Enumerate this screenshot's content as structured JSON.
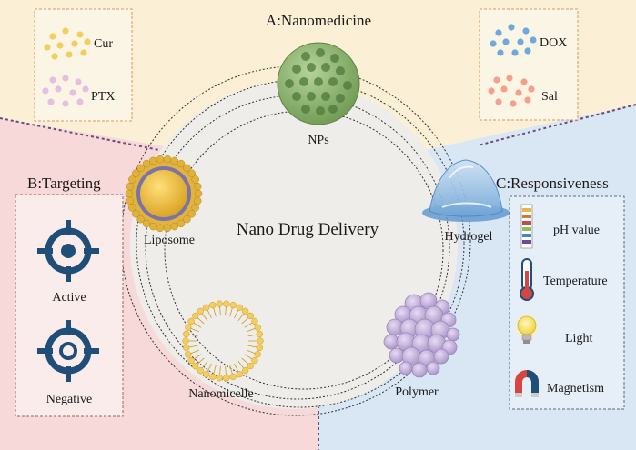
{
  "center_title": "Nano Drug Delivery",
  "sections": {
    "nanomedicine": {
      "title": "A:Nanomedicine",
      "drugs_left": [
        "Cur",
        "PTX"
      ],
      "drugs_right": [
        "DOX",
        "Sal"
      ],
      "colors": {
        "cur": "#f2cf5b",
        "ptx": "#e6bfe0",
        "dox": "#6fa8dc",
        "sal": "#f4a08a"
      }
    },
    "targeting": {
      "title": "B:Targeting",
      "items": [
        {
          "label": "Active",
          "icon": "target-filled-icon"
        },
        {
          "label": "Negative",
          "icon": "target-hollow-icon"
        }
      ]
    },
    "responsiveness": {
      "title": "C:Responsiveness",
      "items": [
        {
          "label": "pH value",
          "icon": "ph-strip-icon"
        },
        {
          "label": "Temperature",
          "icon": "thermometer-icon"
        },
        {
          "label": "Light",
          "icon": "light-bulb-icon"
        },
        {
          "label": "Magnetism",
          "icon": "magnet-icon"
        }
      ]
    }
  },
  "carriers": [
    "NPs",
    "Liposome",
    "Hydrogel",
    "Nanomicelle",
    "Polymer"
  ],
  "colors": {
    "region_a": "#fbf0d6",
    "region_b": "#f6d9d8",
    "region_c": "#d9e6f3",
    "divider": "#6b4a7a",
    "icon_blue": "#1f4e79"
  }
}
